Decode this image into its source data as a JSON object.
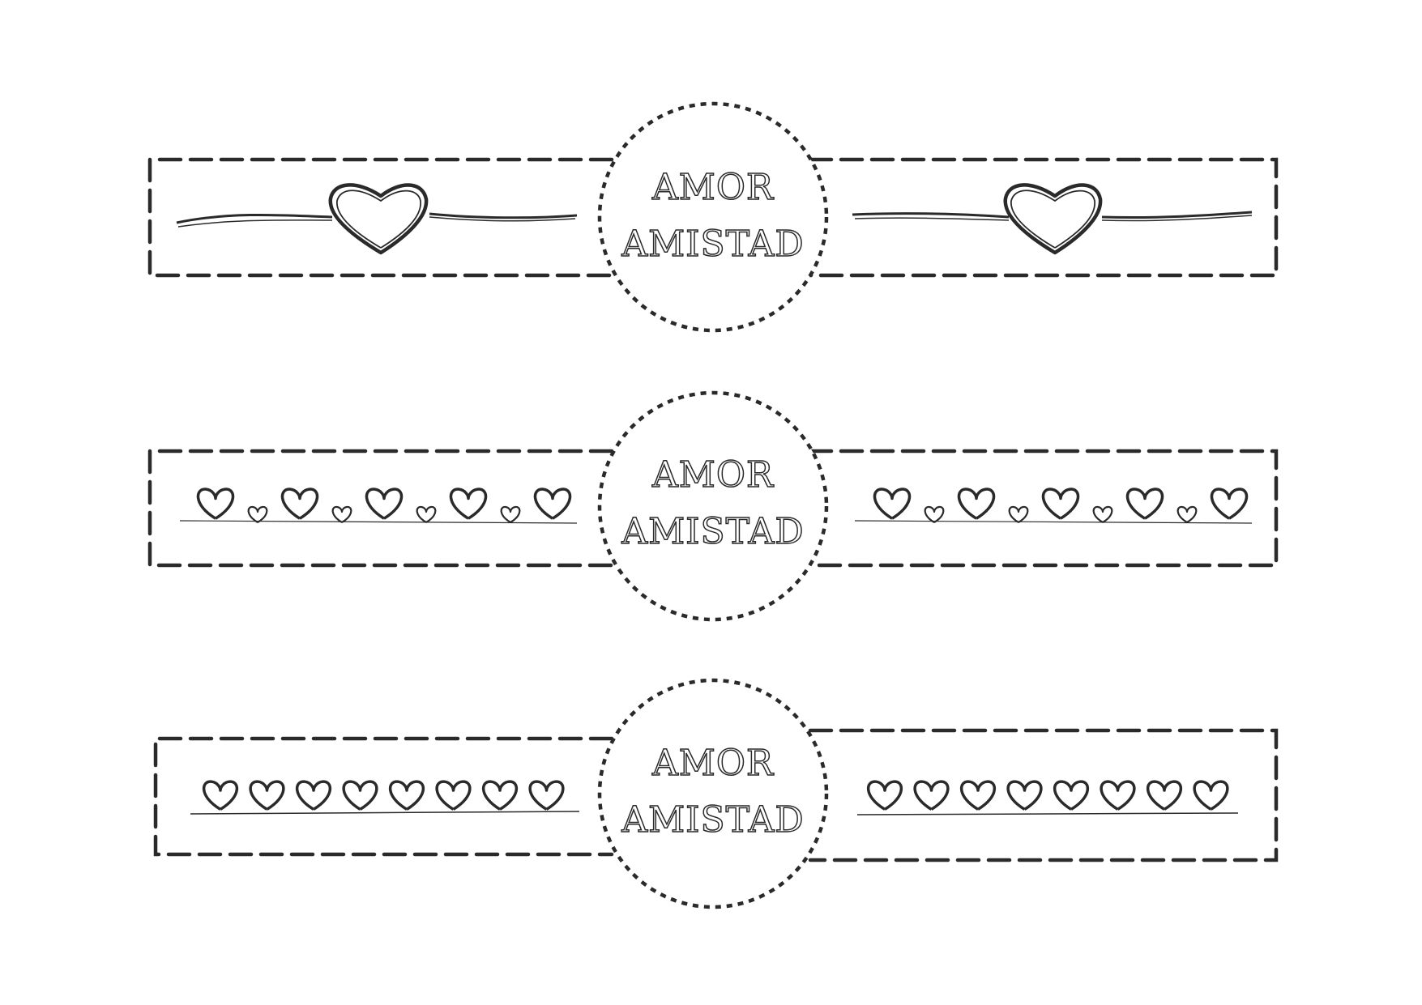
{
  "bands": [
    {
      "style": "single-heart",
      "label_top": "AMOR",
      "label_bottom": "AMISTAD"
    },
    {
      "style": "alternating-hearts",
      "label_top": "AMOR",
      "label_bottom": "AMISTAD"
    },
    {
      "style": "looped-hearts",
      "label_top": "AMOR",
      "label_bottom": "AMISTAD"
    }
  ],
  "colors": {
    "ink": "#2a2a2a",
    "paper": "#ffffff"
  }
}
